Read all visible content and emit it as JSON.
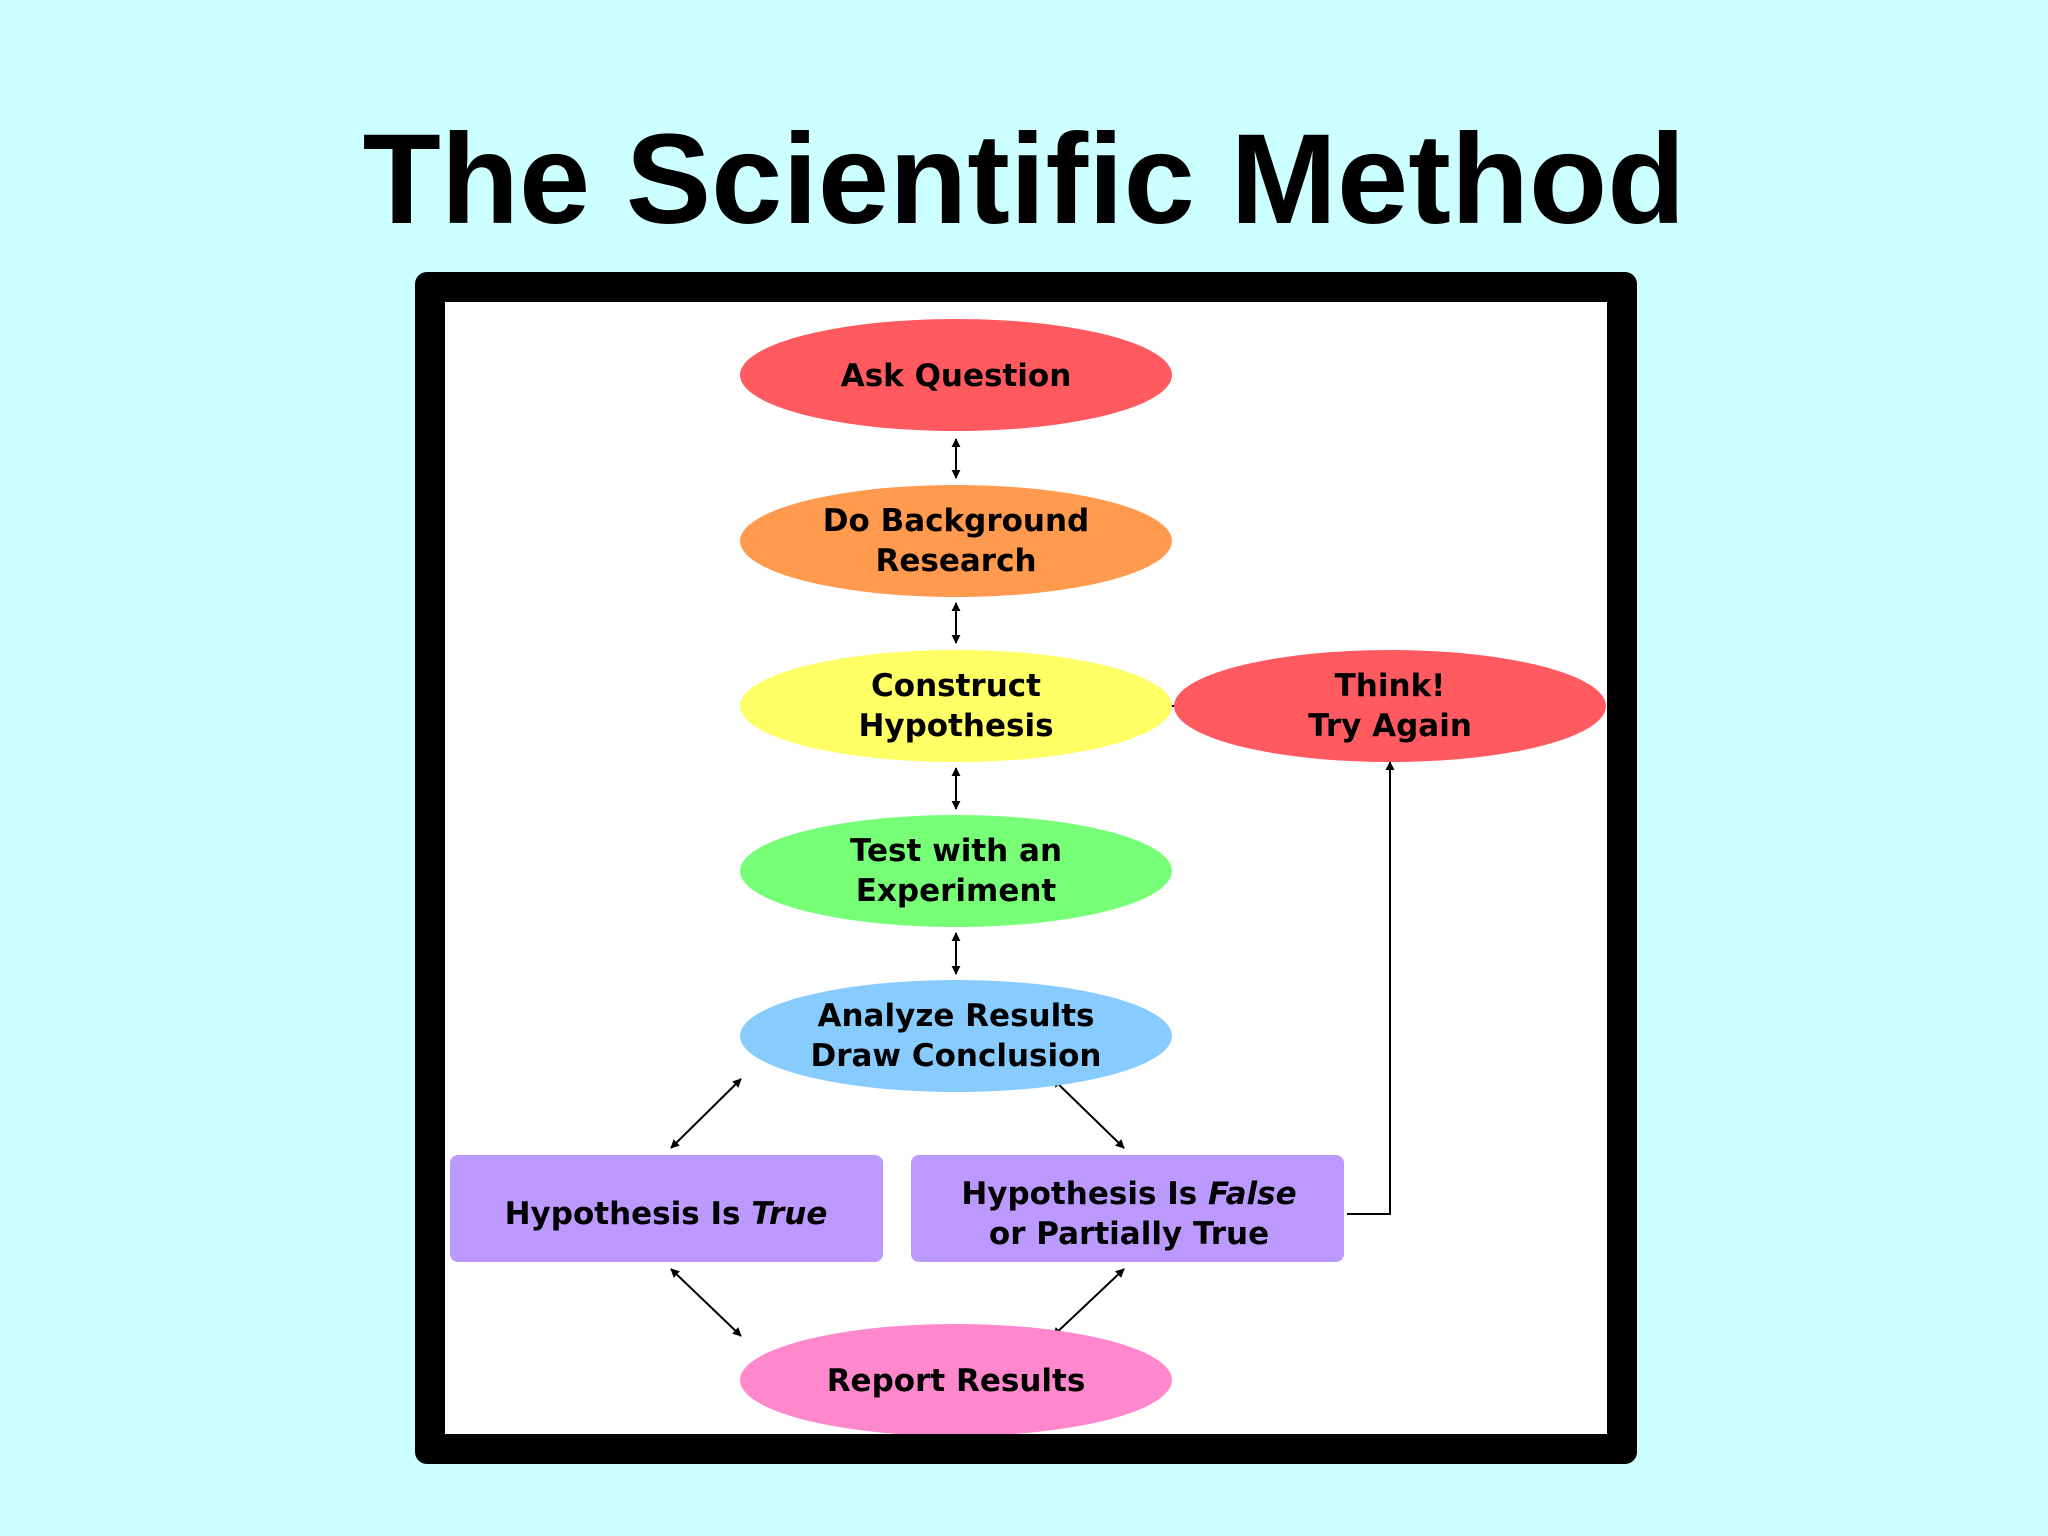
{
  "title": "The Scientific Method",
  "colors": {
    "background": "#ccffff",
    "frame": "#000000",
    "ask": "#ff5a5f",
    "research": "#ff9a4f",
    "hypothesis": "#ffff66",
    "experiment": "#77ff77",
    "analyze": "#88ccff",
    "outcome_box": "#bb99ff",
    "try_again": "#ff5a5f",
    "report": "#ff88cc"
  },
  "nodes": {
    "ask_question": "Ask Question",
    "background_research": [
      "Do Background",
      "Research"
    ],
    "construct_hypothesis": [
      "Construct",
      "Hypothesis"
    ],
    "test_experiment": [
      "Test with an",
      "Experiment"
    ],
    "analyze_results": [
      "Analyze Results",
      "Draw Conclusion"
    ],
    "hypothesis_true": {
      "prefix": "Hypothesis Is ",
      "emphasis": "True"
    },
    "hypothesis_false": {
      "prefix": "Hypothesis Is ",
      "emphasis": "False",
      "line2": "or Partially True"
    },
    "think_try_again": [
      "Think!",
      "Try Again"
    ],
    "report_results": "Report Results"
  }
}
